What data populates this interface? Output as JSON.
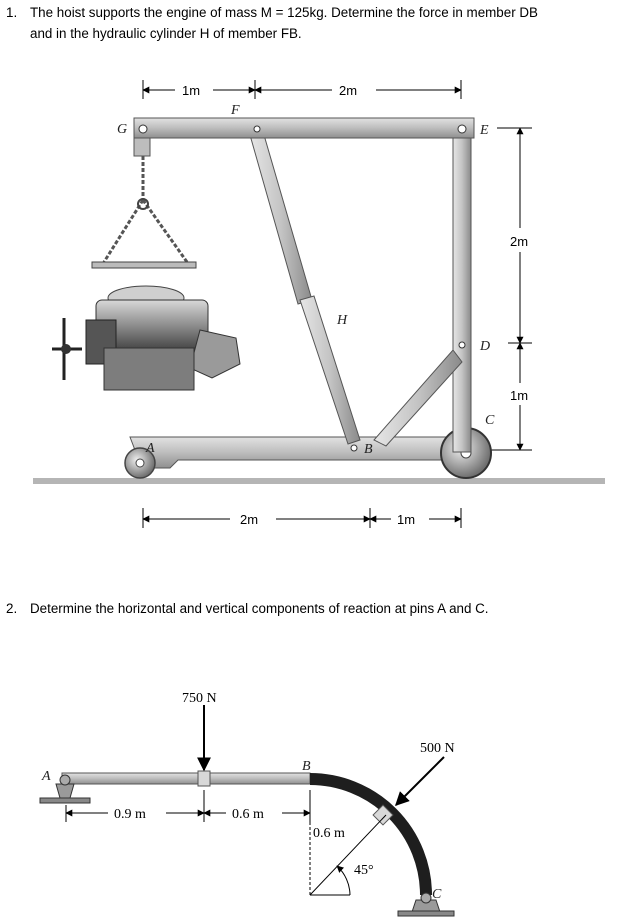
{
  "problem1": {
    "number": "1.",
    "text_line1": "The hoist supports the engine of mass M = 125kg. Determine the force in member DB",
    "text_line2": "and in the hydraulic cylinder H of member FB.",
    "labels": {
      "G": "G",
      "F": "F",
      "E": "E",
      "H": "H",
      "D": "D",
      "C": "C",
      "B": "B",
      "A": "A"
    },
    "dims": {
      "top_left": "1m",
      "top_right": "2m",
      "right_upper": "2m",
      "right_lower": "1m",
      "bottom_left": "2m",
      "bottom_right": "1m"
    }
  },
  "problem2": {
    "number": "2.",
    "text": "Determine the horizontal and vertical components of reaction at pins A and C.",
    "labels": {
      "A": "A",
      "B": "B",
      "C": "C"
    },
    "loads": {
      "load1": "750 N",
      "load2": "500 N"
    },
    "dims": {
      "d1": "0.9 m",
      "d2": "0.6 m",
      "radius": "0.6 m",
      "angle": "45°"
    }
  },
  "colors": {
    "frame": "#c8c8c8",
    "frame_edge": "#555555",
    "arc": "#2a2a2a",
    "ground": "#9a9a9a"
  }
}
